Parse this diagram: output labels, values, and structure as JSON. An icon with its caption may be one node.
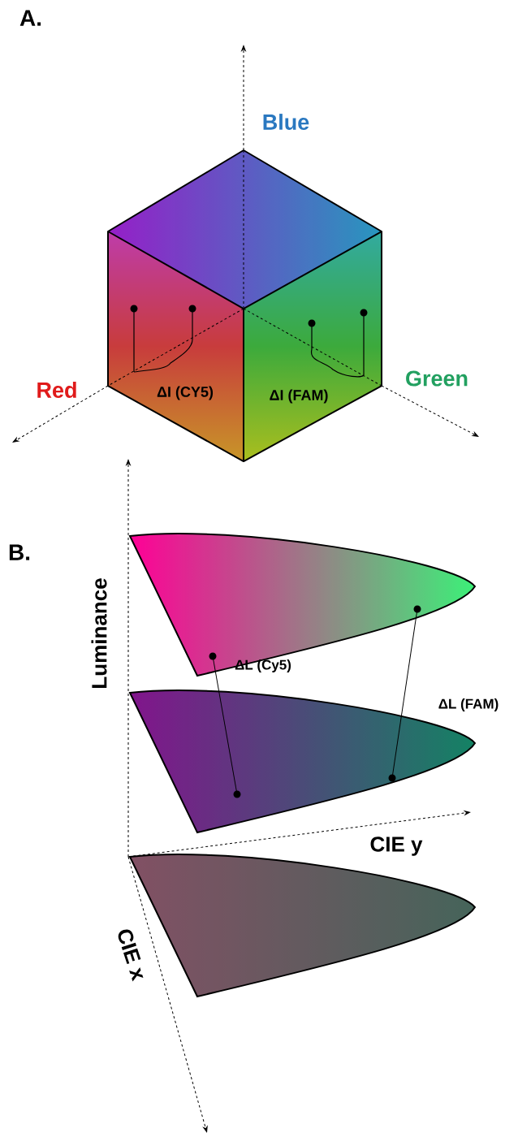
{
  "diagram": {
    "labels": [
      "A.",
      "Blue",
      "Red",
      "Green",
      "ΔI (CY5)",
      "ΔI (FAM)",
      "B.",
      "Luminance",
      "ΔL (Cy5)",
      "ΔL (FAM)",
      "CIE y",
      "CIE x"
    ]
  }
}
